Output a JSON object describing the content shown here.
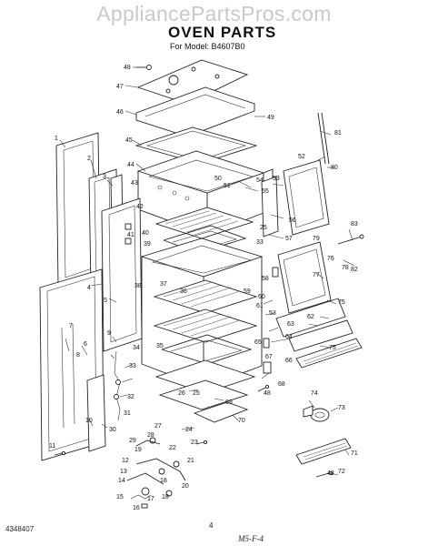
{
  "watermark": "AppliancePartsPros.com",
  "title": "OVEN PARTS",
  "model_line": "For Model: B4607B0",
  "footer": {
    "left": "4348407",
    "center": "4",
    "right": "M5-F-4"
  },
  "callouts": {
    "c1": "1",
    "c2": "2",
    "c3": "3",
    "c4": "4",
    "c5": "5",
    "c6": "6",
    "c7": "7",
    "c8": "8",
    "c9": "9",
    "c10": "10",
    "c11": "11",
    "c12": "12",
    "c13": "13",
    "c14": "14",
    "c15": "15",
    "c16": "16",
    "c17": "17",
    "c18": "18",
    "c19": "19",
    "c20": "20",
    "c21": "21",
    "c22": "22",
    "c23": "23",
    "c24": "24",
    "c25": "25",
    "c26": "26",
    "c27": "27",
    "c28": "28",
    "c29": "29",
    "c30": "30",
    "c31": "31",
    "c32": "32",
    "c33": "33",
    "c34": "34",
    "c35": "35",
    "c36": "36",
    "c37": "37",
    "c38": "38",
    "c39": "39",
    "c40": "40",
    "c41": "41",
    "c42": "42",
    "c43": "43",
    "c44": "44",
    "c45": "45",
    "c46": "46",
    "c47": "47",
    "c48": "48",
    "c49": "49",
    "c50": "50",
    "c51": "51",
    "c52": "52",
    "c53": "53",
    "c54": "54",
    "c55": "55",
    "c56": "56",
    "c57": "57",
    "c58": "58",
    "c59": "59",
    "c60": "60",
    "c61": "61",
    "c62": "62",
    "c63": "63",
    "c64": "64",
    "c65": "65",
    "c66": "66",
    "c67": "67",
    "c68": "68",
    "c69": "69",
    "c70": "70",
    "c71": "71",
    "c72": "72",
    "c73": "73",
    "c74": "74",
    "c75": "75",
    "c76": "76",
    "c77": "77",
    "c78": "78",
    "c79": "79",
    "c80": "80",
    "c81": "81",
    "c82": "82",
    "c83": "83"
  }
}
